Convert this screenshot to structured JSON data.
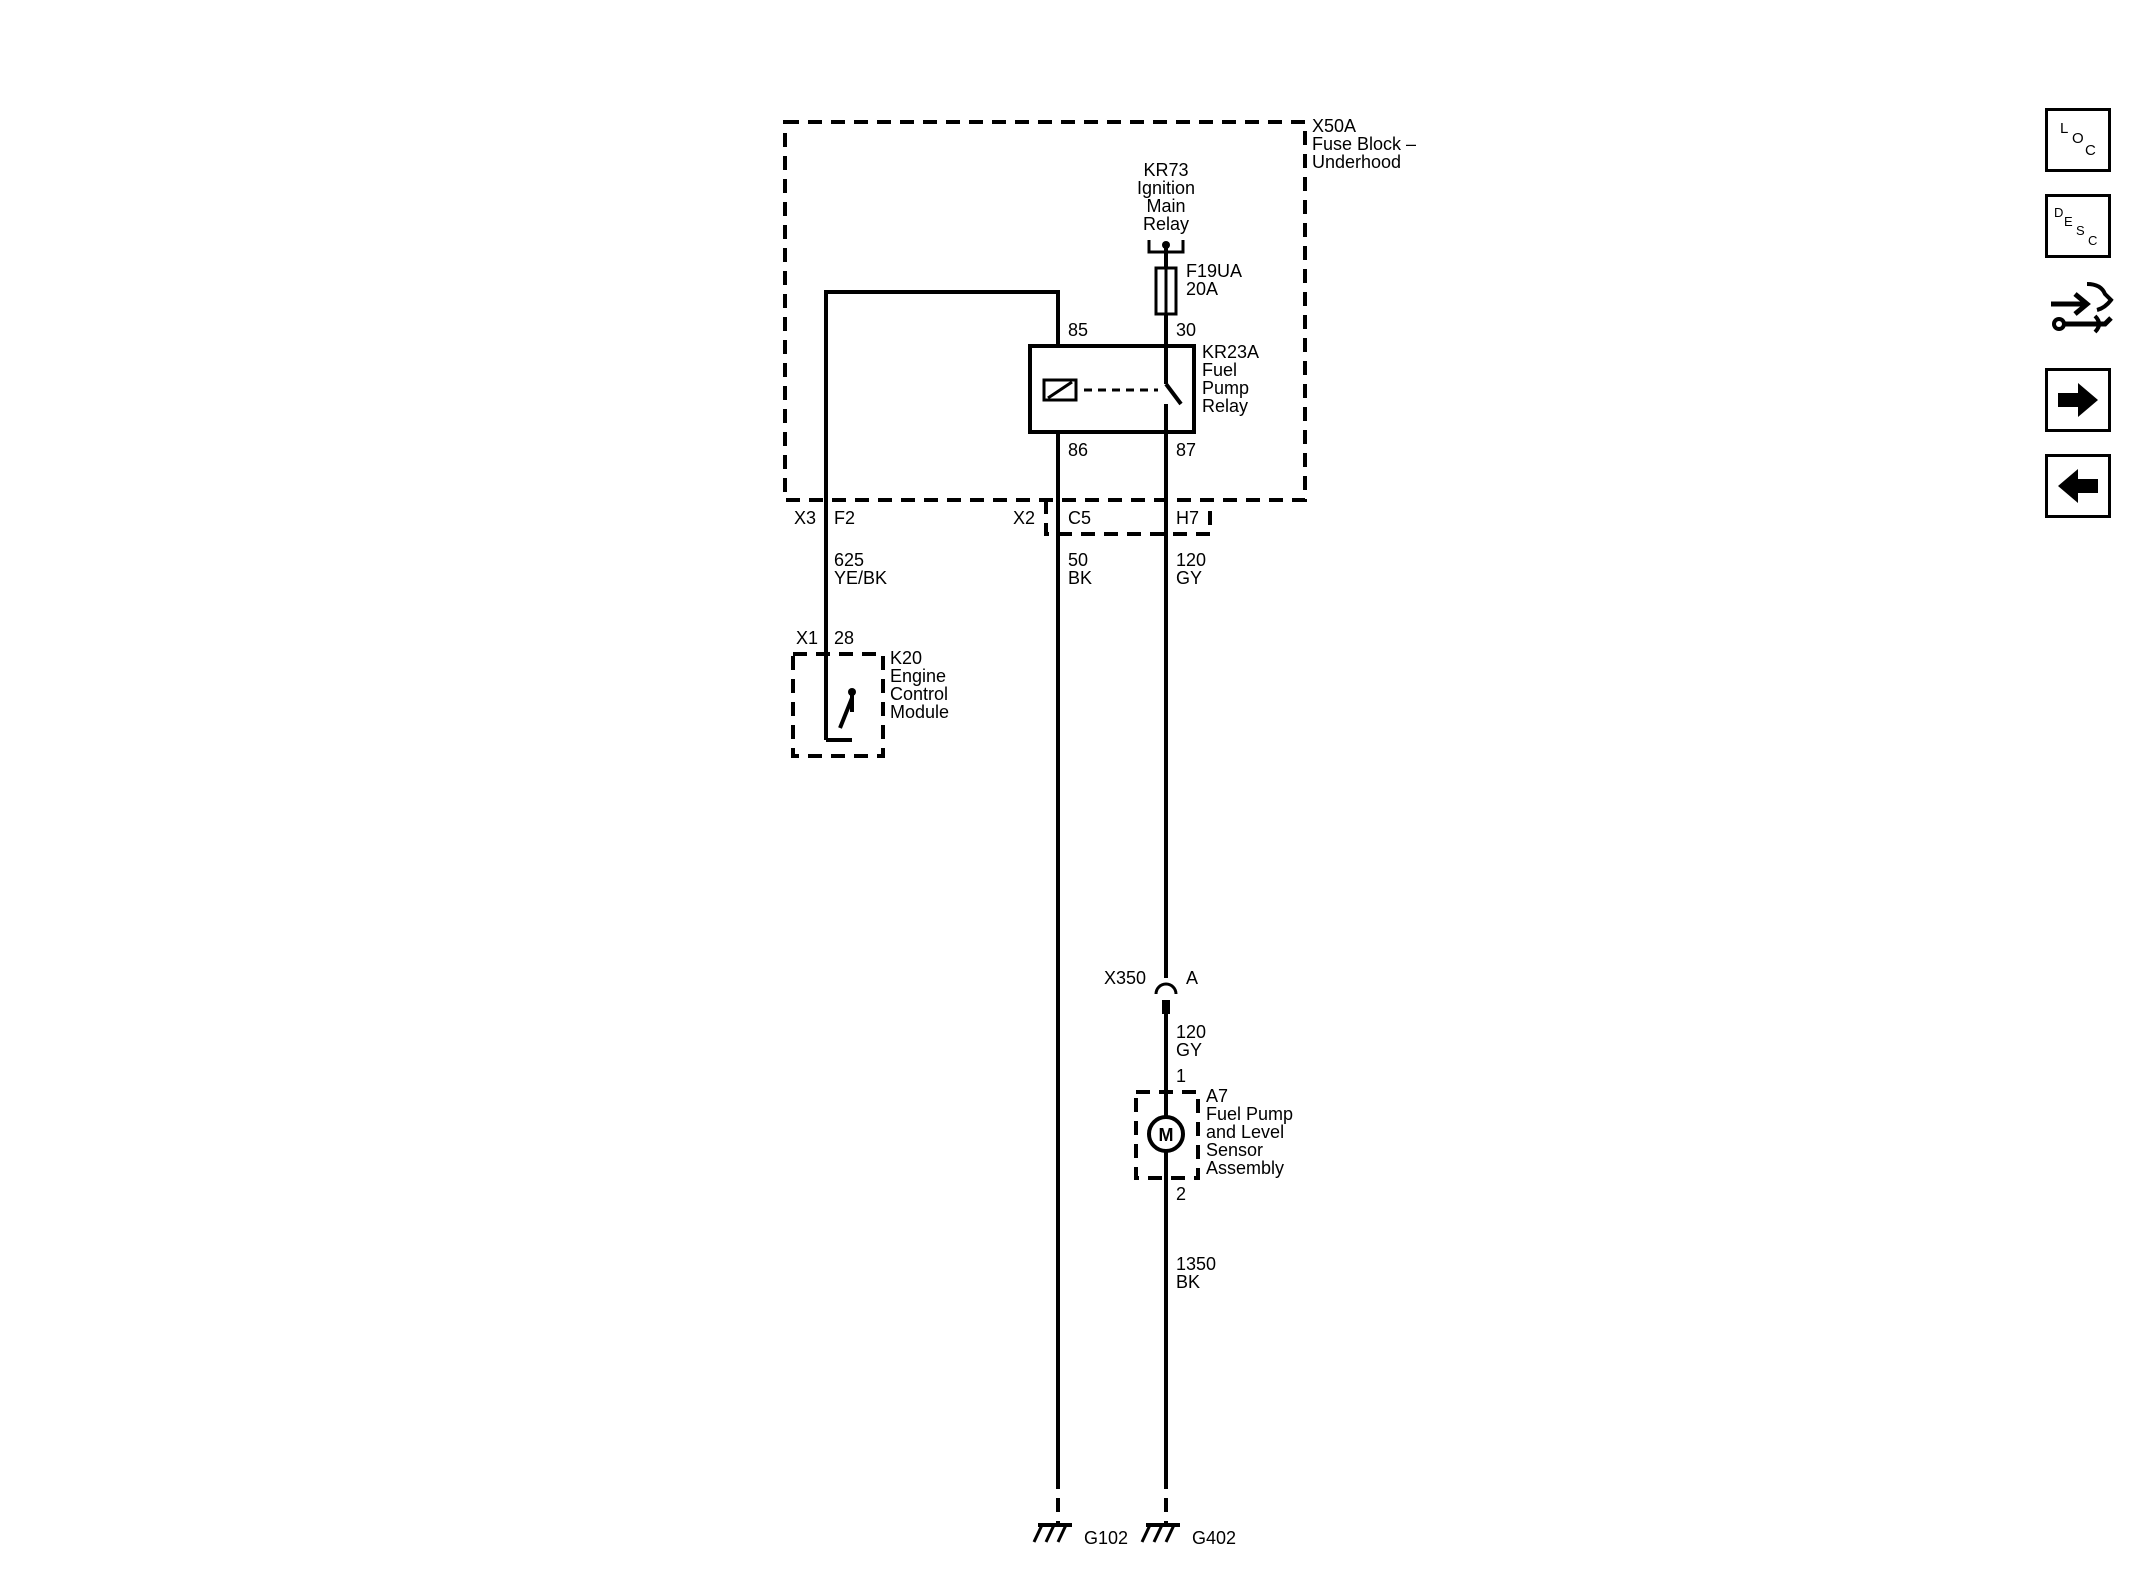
{
  "fuse_block": {
    "id": "X50A",
    "name_line1": "Fuse Block –",
    "name_line2": "Underhood"
  },
  "main_relay": {
    "id": "KR73",
    "line1": "Ignition",
    "line2": "Main",
    "line3": "Relay"
  },
  "fuse": {
    "id": "F19UA",
    "rating": "20A"
  },
  "pump_relay": {
    "id": "KR23A",
    "line1": "Fuel",
    "line2": "Pump",
    "line3": "Relay",
    "pin85": "85",
    "pin30": "30",
    "pin86": "86",
    "pin87": "87"
  },
  "connectors": {
    "x3": "X3",
    "f2": "F2",
    "x2": "X2",
    "c5": "C5",
    "h7": "H7",
    "x1": "X1",
    "pin28": "28",
    "x350": "X350",
    "pin_a": "A"
  },
  "wires": {
    "w625": {
      "circuit": "625",
      "color": "YE/BK"
    },
    "w50": {
      "circuit": "50",
      "color": "BK"
    },
    "w120a": {
      "circuit": "120",
      "color": "GY"
    },
    "w120b": {
      "circuit": "120",
      "color": "GY"
    },
    "w1350": {
      "circuit": "1350",
      "color": "BK"
    }
  },
  "ecm": {
    "id": "K20",
    "line1": "Engine",
    "line2": "Control",
    "line3": "Module"
  },
  "pump": {
    "id": "A7",
    "line1": "Fuel Pump",
    "line2": "and Level",
    "line3": "Sensor",
    "line4": "Assembly",
    "pin1": "1",
    "pin2": "2",
    "motor_symbol": "M"
  },
  "grounds": {
    "g102": "G102",
    "g402": "G402"
  },
  "side_nav": {
    "loc": {
      "l": "L",
      "o": "O",
      "c": "C"
    },
    "desc": {
      "d": "D",
      "e": "E",
      "s": "S",
      "c": "C"
    },
    "icons": [
      "diagnostic-tool-icon",
      "arrow-right-icon",
      "arrow-left-icon"
    ]
  }
}
